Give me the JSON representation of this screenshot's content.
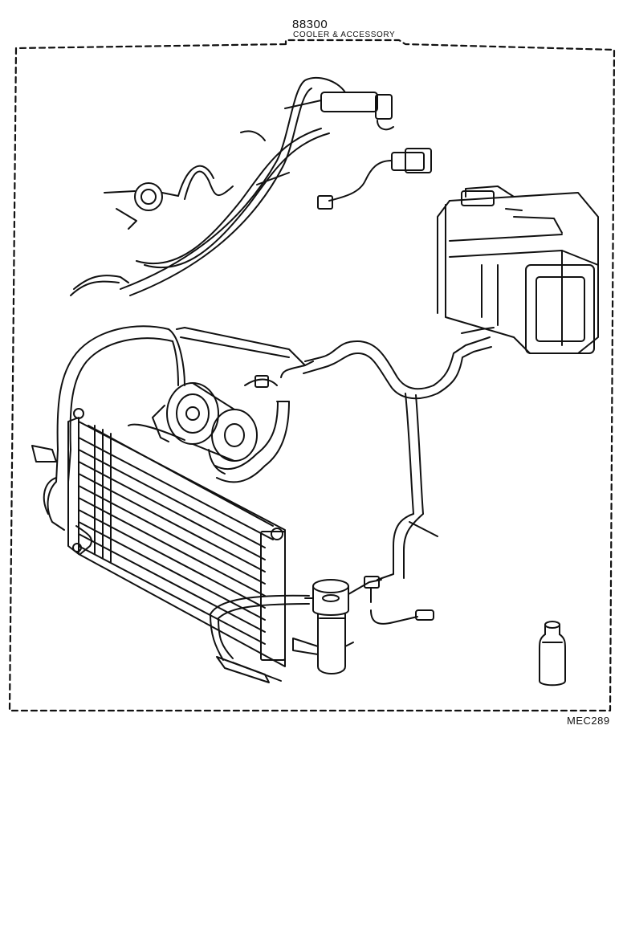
{
  "diagram": {
    "part_code": "88300",
    "title": "COOLER & ACCESSORY",
    "figure_ref": "MEC289"
  },
  "colors": {
    "ink": "#111111",
    "background": "#ffffff"
  }
}
